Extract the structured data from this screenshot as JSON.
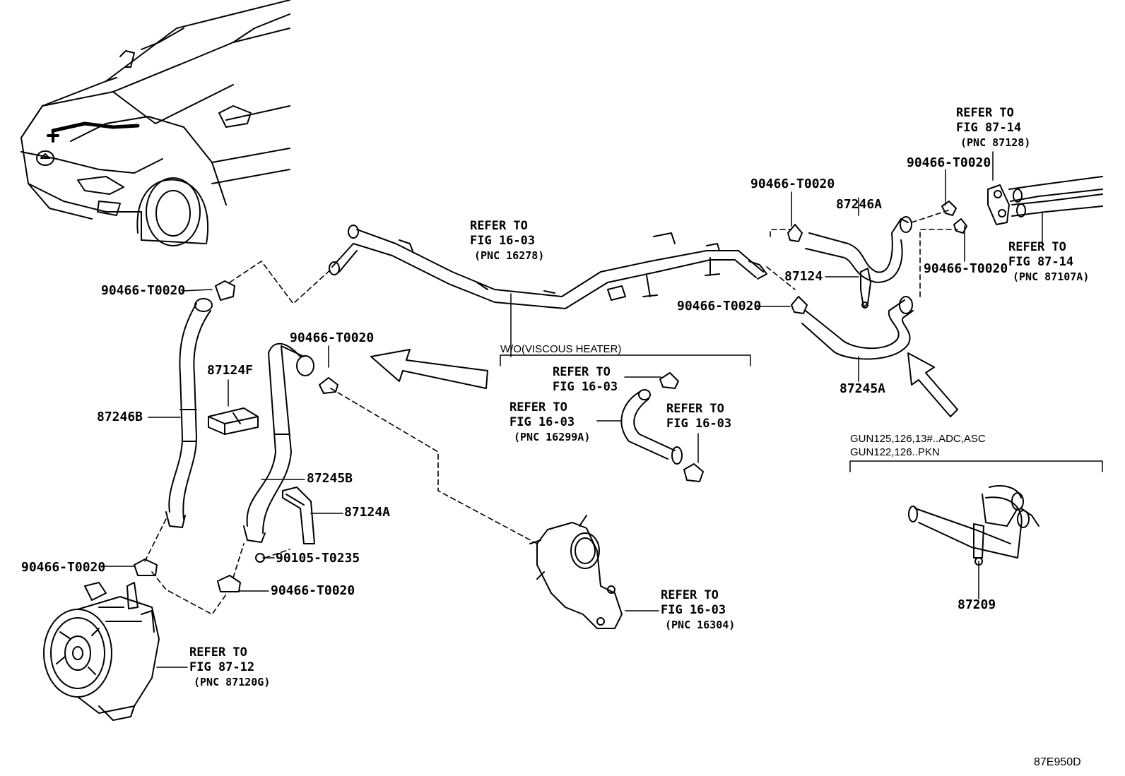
{
  "diagram_id": "87E950D",
  "part_numbers": {
    "clamp_top_left": "90466-T0020",
    "clamp_center": "90466-T0020",
    "clamp_pump": "90466-T0020",
    "clamp_lower_mid": "90466-T0020",
    "clamp_upper_right": "90466-T0020",
    "clamp_far_right_top": "90466-T0020",
    "clamp_right_mid": "90466-T0020",
    "clamp_far_right_low": "90466-T0020",
    "hose_87246B": "87246B",
    "hose_87245B": "87245B",
    "hose_87246A": "87246A",
    "hose_87245A": "87245A",
    "bracket_87124F": "87124F",
    "bracket_87124A": "87124A",
    "bracket_87124": "87124",
    "bolt_90105": "90105-T0235",
    "hose_87209": "87209"
  },
  "references": {
    "pipe": {
      "l1": "REFER TO",
      "l2": "FIG 16-03",
      "l3": "(PNC 16278)"
    },
    "valve_top": {
      "l1": "REFER TO",
      "l2": "FIG 87-14",
      "l3": "(PNC 87128)"
    },
    "valve_right": {
      "l1": "REFER TO",
      "l2": "FIG 87-14",
      "l3": "(PNC 87107A)"
    },
    "inset_clamp": {
      "l1": "REFER TO",
      "l2": "FIG 16-03"
    },
    "inset_hose": {
      "l1": "REFER TO",
      "l2": "FIG 16-03",
      "l3": "(PNC 16299A)"
    },
    "inset_clamp2": {
      "l1": "REFER TO",
      "l2": "FIG 16-03"
    },
    "water_outlet": {
      "l1": "REFER TO",
      "l2": "FIG 16-03",
      "l3": "(PNC 16304)"
    },
    "pump": {
      "l1": "REFER TO",
      "l2": "FIG 87-12",
      "l3": "(PNC 87120G)"
    }
  },
  "notes": {
    "wo_viscous": "W/O(VISCOUS HEATER)",
    "gun_line1": "GUN125,126,13#..ADC,ASC",
    "gun_line2": "GUN122,126..PKN"
  }
}
